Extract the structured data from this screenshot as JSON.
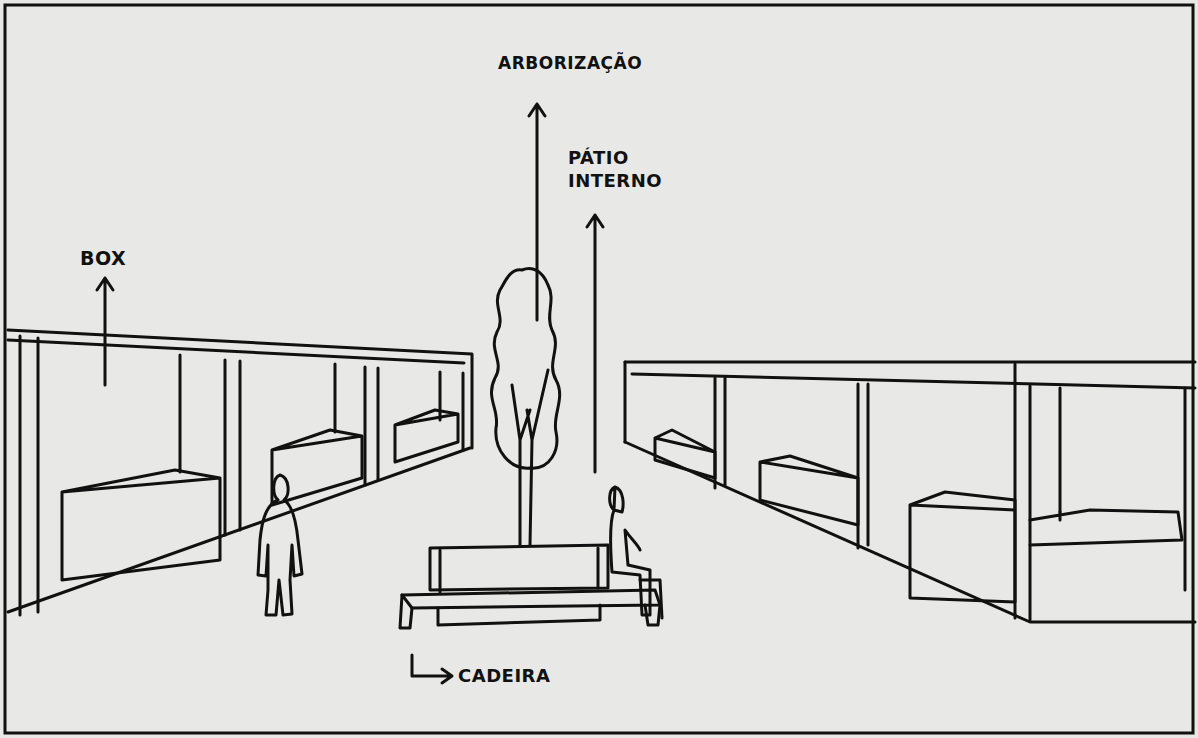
{
  "diagram": {
    "labels": [
      "ARBORIZAÇÃO",
      "PÁTIO INTERNO",
      "BOX",
      "CADEIRA"
    ]
  }
}
